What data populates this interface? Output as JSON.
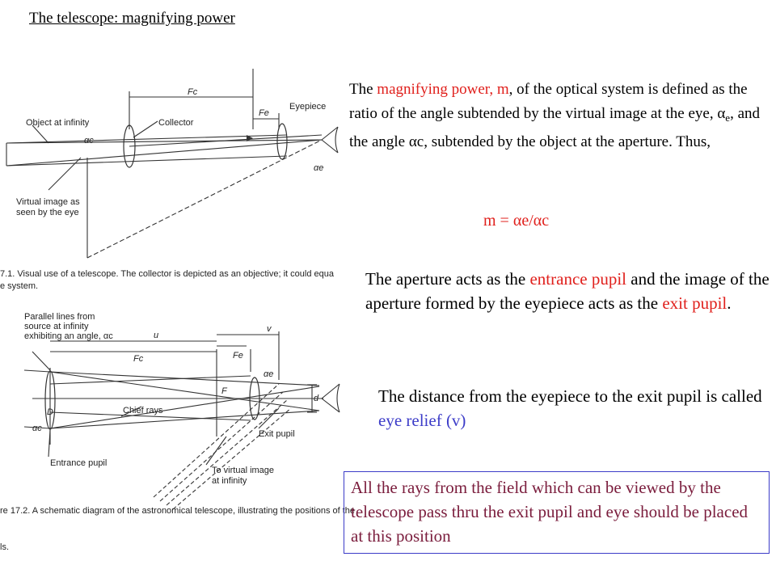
{
  "title": "The telescope: magnifying power",
  "p1": {
    "lead": "The ",
    "term": "magnifying power, m",
    "rest1": ", of the optical system is defined as the ratio of the angle subtended by the virtual image at the eye, α",
    "sub_e": "e",
    "rest2": ", and the angle αc, subtended by the object at the aperture. Thus,"
  },
  "formula": "m = αe/αc",
  "p2": {
    "t1": "The aperture acts as the ",
    "entrance": "entrance pupil",
    "t2": " and the image of the aperture formed by the eyepiece acts as the ",
    "exit": "exit pupil",
    "t3": "."
  },
  "p3": {
    "t1": "The distance from the eyepiece to the exit pupil is called ",
    "term": "eye relief (v)"
  },
  "box_text": "All the rays from the field which can be viewed by the telescope pass thru the exit pupil and eye should be placed at this position",
  "fig1": {
    "labels": {
      "fc": "Fc",
      "fe": "Fe",
      "eyepiece": "Eyepiece",
      "object": "Object at infinity",
      "alpha_c": "αc",
      "collector": "Collector",
      "alpha_e": "αe",
      "virtual1": "Virtual image as",
      "virtual2": "seen by the eye"
    },
    "caption1": "7.1.  Visual use of a telescope.  The collector is depicted as an objective; it could equa",
    "caption2": "e system."
  },
  "fig2": {
    "labels": {
      "parallel1": "Parallel lines from",
      "parallel2": "source at infinity",
      "parallel3": "exhibiting an angle, αc",
      "u": "u",
      "v": "v",
      "fc": "Fc",
      "fe": "Fe",
      "alpha_e": "αe",
      "f": "F",
      "d_small": "d",
      "d_big": "D",
      "alpha_c": "αc",
      "chief": "Chief rays",
      "exit": "Exit pupil",
      "entrance": "Entrance pupil",
      "virtual1": "To virtual image",
      "virtual2": "at infinity"
    },
    "caption1": "re 17.2.  A schematic diagram of the astronomical telescope, illustrating the positions of the",
    "caption2": "ls."
  },
  "colors": {
    "red": "#e0201c",
    "blue": "#3c3cc8",
    "box_text": "#7a1c3c"
  }
}
